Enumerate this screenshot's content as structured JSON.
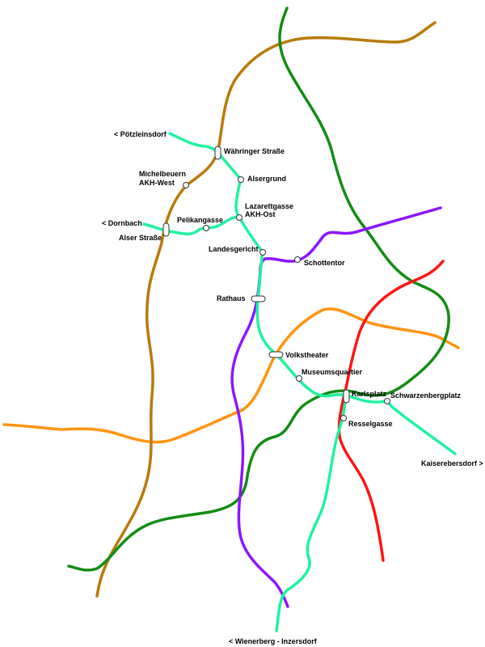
{
  "colors": {
    "brown": "#b87a0a",
    "dark_green": "#138c13",
    "purple": "#8c14ff",
    "red": "#ff1414",
    "orange": "#ff9410",
    "mint": "#1ff2a0"
  },
  "stations": {
    "poetzleinsdorf": "< Pötzleinsdorf",
    "waehringer_strasse": "Währinger Straße",
    "michelbeuern_1": "Michelbeuern",
    "michelbeuern_2": "AKH-West",
    "alsergrund": "Alsergrund",
    "lazarettgasse_1": "Lazarettgasse",
    "lazarettgasse_2": "AKH-Ost",
    "dornbach": "< Dornbach",
    "alser_strasse": "Alser Straße",
    "pelikangasse": "Pelikangasse",
    "landesgericht": "Landesgericht",
    "schottentor": "Schottentor",
    "rathaus": "Rathaus",
    "volkstheater": "Volkstheater",
    "museumsquartier": "Museumsquartier",
    "karlsplatz": "Karlsplatz",
    "schwarzenbergplatz": "Schwarzenbergplatz",
    "resselgasse": "Resselgasse",
    "kaiserebersdorf": "Kaiserebersdorf >",
    "wienerberg": "< Wienerberg - Inzersdorf"
  }
}
